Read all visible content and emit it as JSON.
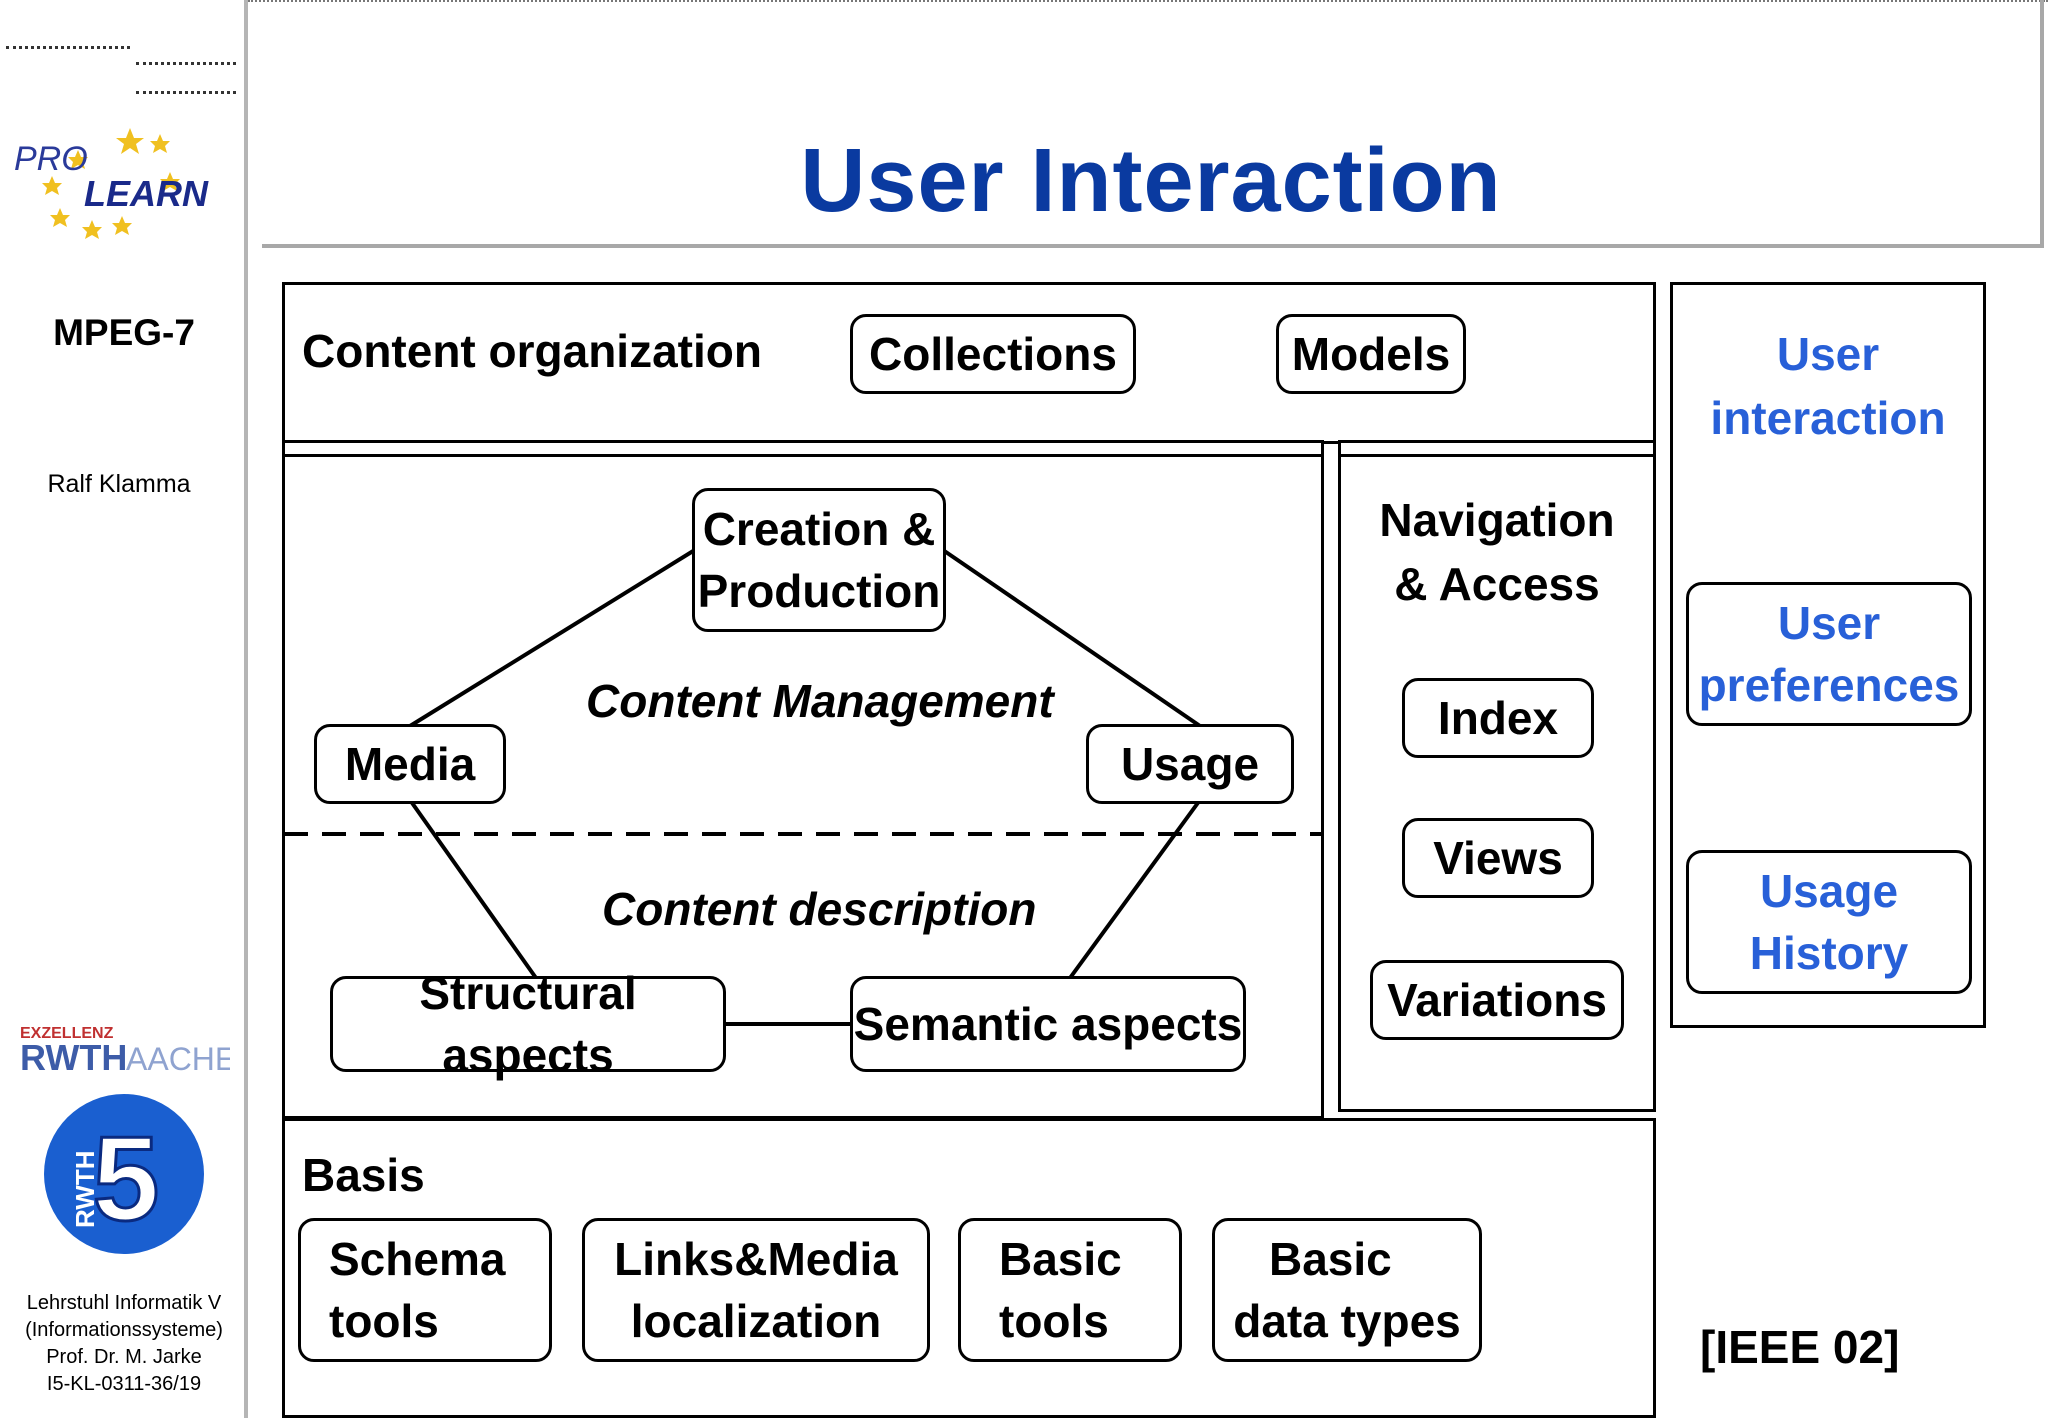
{
  "sidebar": {
    "logo_text_1": "PRO",
    "logo_text_2": "LEARN",
    "topic": "MPEG-7",
    "author": "Ralf Klamma",
    "rwth_text_1": "EXZELLENZ",
    "rwth_text_2": "RWTH",
    "rwth_text_3": "AACHEN",
    "i5_text_1": "RWTH",
    "i5_text_2": "5",
    "chair_lines": [
      "Lehrstuhl Informatik V",
      "(Informationssysteme)",
      "Prof. Dr. M. Jarke",
      "I5-KL-0311-36/19"
    ]
  },
  "title": "User Interaction",
  "content_org": {
    "label": "Content organization",
    "collections": "Collections",
    "models": "Models"
  },
  "content_mgmt": {
    "creation_line1": "Creation &",
    "creation_line2": "Production",
    "media": "Media",
    "usage": "Usage",
    "management_label": "Content Management",
    "description_label": "Content description",
    "structural": "Structural aspects",
    "semantic": "Semantic aspects"
  },
  "navigation": {
    "title_line1": "Navigation",
    "title_line2": "& Access",
    "index": "Index",
    "views": "Views",
    "variations": "Variations"
  },
  "user_interaction": {
    "title_line1": "User",
    "title_line2": "interaction",
    "prefs_line1": "User",
    "prefs_line2": "preferences",
    "history_line1": "Usage",
    "history_line2": "History"
  },
  "basis": {
    "label": "Basis",
    "schema_line1": "Schema",
    "schema_line2": "tools",
    "links_line1": "Links&Media",
    "links_line2": "localization",
    "basic_tools_line1": "Basic",
    "basic_tools_line2": "tools",
    "datatypes_line1": "Basic",
    "datatypes_line2": "data types"
  },
  "reference": "[IEEE 02]",
  "colors": {
    "title": "#0a3aa0",
    "user_interaction_text": "#2860d8",
    "sidebar_rule": "#b5b5b5"
  }
}
